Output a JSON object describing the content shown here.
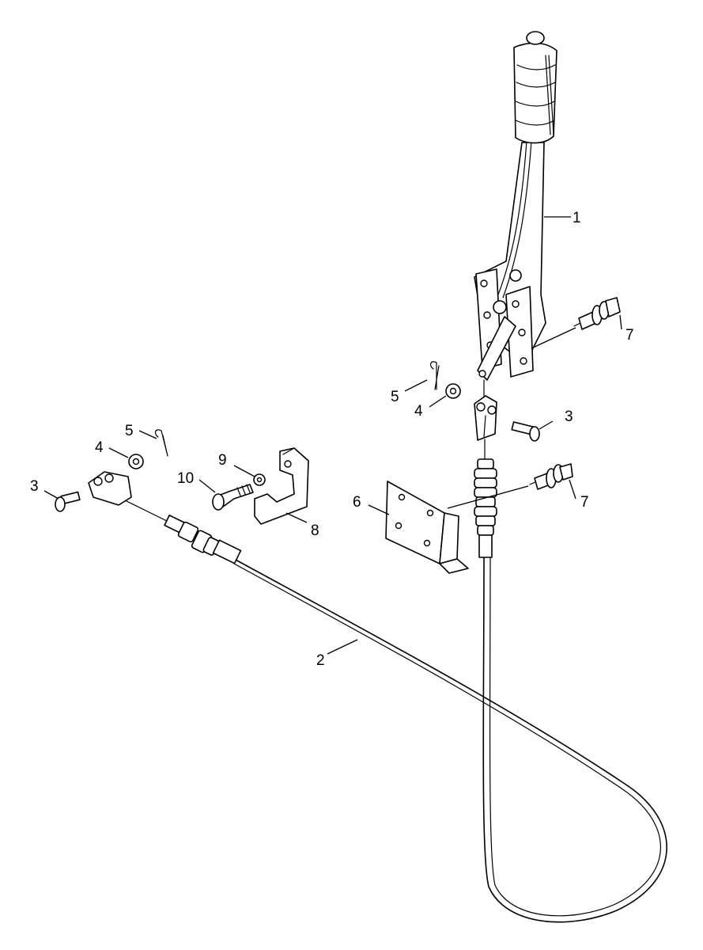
{
  "callouts": [
    {
      "id": "c1",
      "text": "1"
    },
    {
      "id": "c2",
      "text": "2"
    },
    {
      "id": "c3a",
      "text": "3"
    },
    {
      "id": "c3b",
      "text": "3"
    },
    {
      "id": "c4a",
      "text": "4"
    },
    {
      "id": "c4b",
      "text": "4"
    },
    {
      "id": "c5a",
      "text": "5"
    },
    {
      "id": "c5b",
      "text": "5"
    },
    {
      "id": "c6",
      "text": "6"
    },
    {
      "id": "c7a",
      "text": "7"
    },
    {
      "id": "c7b",
      "text": "7"
    },
    {
      "id": "c8",
      "text": "8"
    },
    {
      "id": "c9",
      "text": "9"
    },
    {
      "id": "c10",
      "text": "10"
    }
  ],
  "colors": {
    "ink": "#000000",
    "paper": "#ffffff"
  }
}
